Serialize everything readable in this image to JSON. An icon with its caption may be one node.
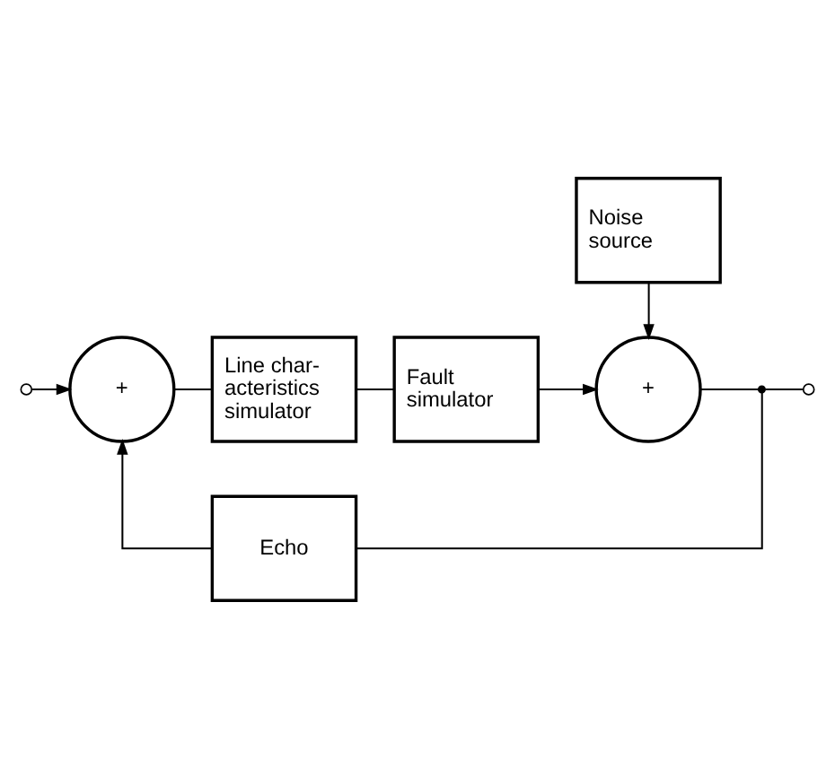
{
  "diagram": {
    "nodes": [
      {
        "text": [
          "Noise source"
        ]
      },
      {
        "text": [],
        "shape": "circle"
      },
      {
        "text": [
          "+"
        ]
      },
      {
        "text": [
          "Line char- acteristics simulator"
        ]
      },
      {
        "text": [
          "Fault simulator"
        ]
      },
      {
        "text": [
          "+"
        ]
      },
      {
        "text": [],
        "shape": "dot"
      },
      {
        "text": [],
        "shape": "circle"
      },
      {
        "text": [
          "Echo"
        ]
      }
    ],
    "edges": [
      {
        "from": 1,
        "to": 2,
        "arrow": "to"
      },
      {
        "from": 2,
        "to": 3,
        "arrow": "none"
      },
      {
        "from": 3,
        "to": 4,
        "arrow": "none"
      },
      {
        "from": 4,
        "to": 5,
        "arrow": "to"
      },
      {
        "from": 0,
        "to": 5,
        "arrow": "to"
      },
      {
        "from": 5,
        "to": 6,
        "arrow": "none"
      },
      {
        "from": 6,
        "to": 7,
        "arrow": "none"
      },
      {
        "from": 6,
        "to": 8,
        "arrow": "none"
      },
      {
        "from": 8,
        "to": 2,
        "arrow": "to"
      }
    ]
  }
}
